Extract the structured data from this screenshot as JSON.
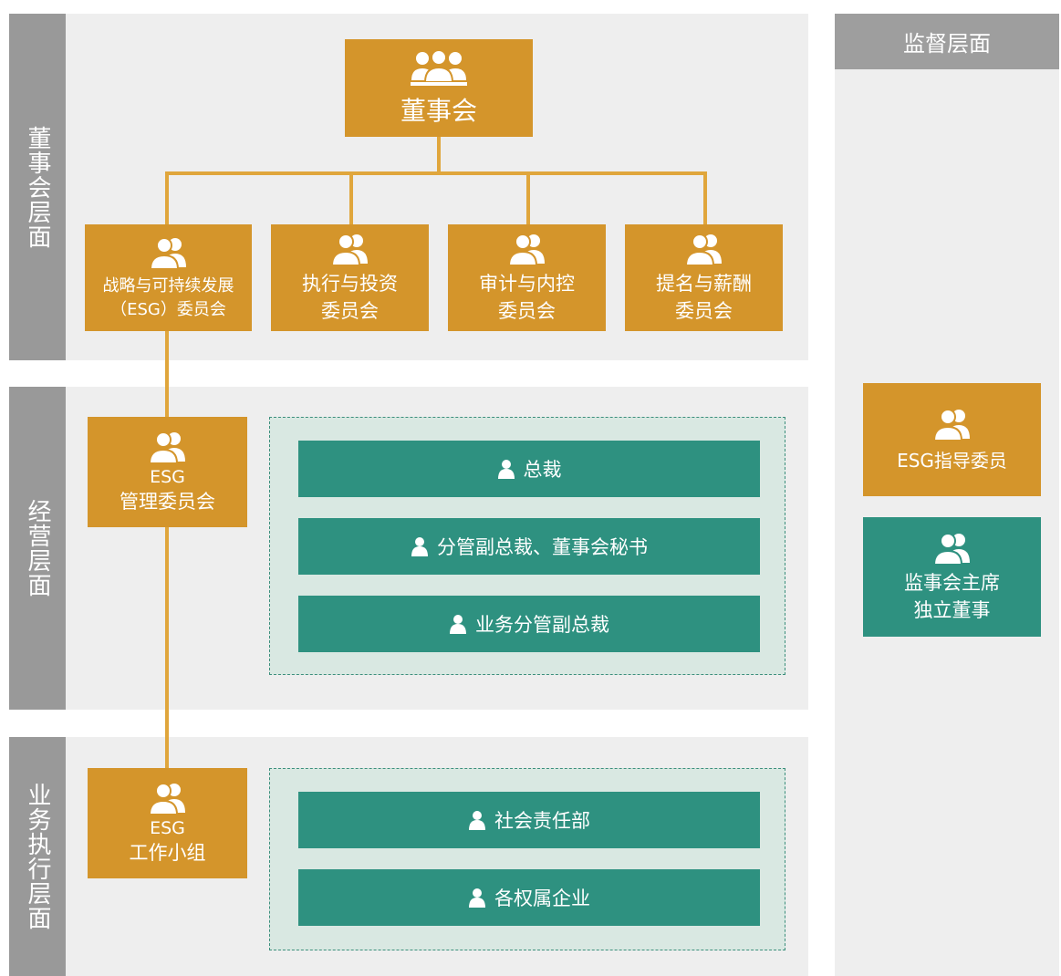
{
  "diagram": {
    "side_labels": {
      "board_level": "董事会层面",
      "operation_level": "经营层面",
      "execution_level": "业务执行层面"
    },
    "supervision_header": "监督层面",
    "board": {
      "label": "董事会"
    },
    "committees": [
      {
        "line1": "战略与可持续发展",
        "line2": "（ESG）委员会"
      },
      {
        "line1": "执行与投资",
        "line2": "委员会"
      },
      {
        "line1": "审计与内控",
        "line2": "委员会"
      },
      {
        "line1": "提名与薪酬",
        "line2": "委员会"
      }
    ],
    "esg_management": {
      "line1": "ESG",
      "line2": "管理委员会"
    },
    "esg_workgroup": {
      "line1": "ESG",
      "line2": "工作小组"
    },
    "management_bars": [
      "总裁",
      "分管副总裁、董事会秘书",
      "业务分管副总裁"
    ],
    "execution_bars": [
      "社会责任部",
      "各权属企业"
    ],
    "supervision_boxes": {
      "esg_advisor": "ESG指导委员",
      "supervisor": {
        "line1": "监事会主席",
        "line2": "独立董事"
      }
    },
    "icons": {
      "group": "people-group-icon",
      "person": "person-icon"
    },
    "colors": {
      "gold": "#d4952b",
      "teal": "#2e9180",
      "band": "#eeeeee",
      "tab": "#999999"
    }
  }
}
